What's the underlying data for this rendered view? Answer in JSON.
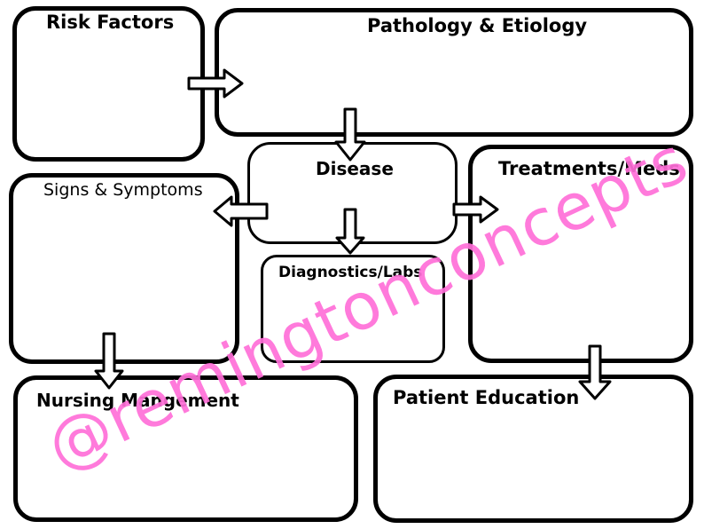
{
  "boxes": {
    "risk_factors": "Risk Factors",
    "pathology": "Pathology & Etiology",
    "disease": "Disease",
    "signs_symptoms": "Signs & Symptoms",
    "treatments": "Treatments/Meds",
    "diagnostics": "Diagnostics/Labs",
    "nursing": "Nursing Mangement",
    "patient_education": "Patient Education"
  },
  "watermark": "@remingtonconcepts",
  "colors": {
    "watermark": "#ff6fd8",
    "border": "#000000"
  }
}
